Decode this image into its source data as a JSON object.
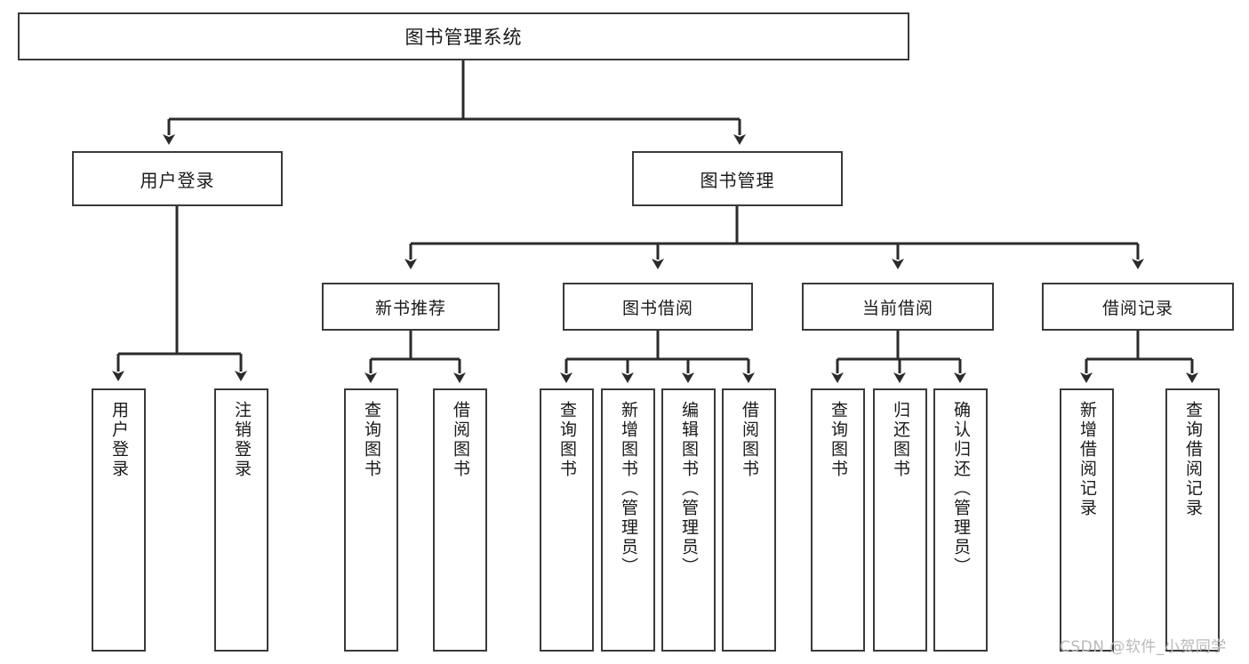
{
  "diagram": {
    "type": "tree-hierarchy",
    "title": "图书管理系统",
    "orientation": "top-down",
    "colors": {
      "box_border": "#3a3a3a",
      "box_fill": "#ffffff",
      "connector": "#2b2b2b",
      "text": "#1a1a1a",
      "watermark": "#b9b9b9"
    },
    "levels": 4
  },
  "root": {
    "label": "图书管理系统"
  },
  "level2": [
    {
      "label": "用户登录"
    },
    {
      "label": "图书管理"
    }
  ],
  "level3": [
    {
      "label": "新书推荐"
    },
    {
      "label": "图书借阅"
    },
    {
      "label": "当前借阅"
    },
    {
      "label": "借阅记录"
    }
  ],
  "leaves": {
    "user_login": [
      {
        "label": "用户登录"
      },
      {
        "label": "注销登录"
      }
    ],
    "new_book_recommend": [
      {
        "label": "查询图书"
      },
      {
        "label": "借阅图书"
      }
    ],
    "book_borrow": [
      {
        "label": "查询图书"
      },
      {
        "label": "新增图书（管理员）"
      },
      {
        "label": "编辑图书（管理员）"
      },
      {
        "label": "借阅图书"
      }
    ],
    "current_borrow": [
      {
        "label": "查询图书"
      },
      {
        "label": "归还图书"
      },
      {
        "label": "确认归还（管理员）"
      }
    ],
    "borrow_record": [
      {
        "label": "新增借阅记录"
      },
      {
        "label": "查询借阅记录"
      }
    ]
  },
  "watermark": {
    "text": "CSDN @软件_小贺同学"
  }
}
